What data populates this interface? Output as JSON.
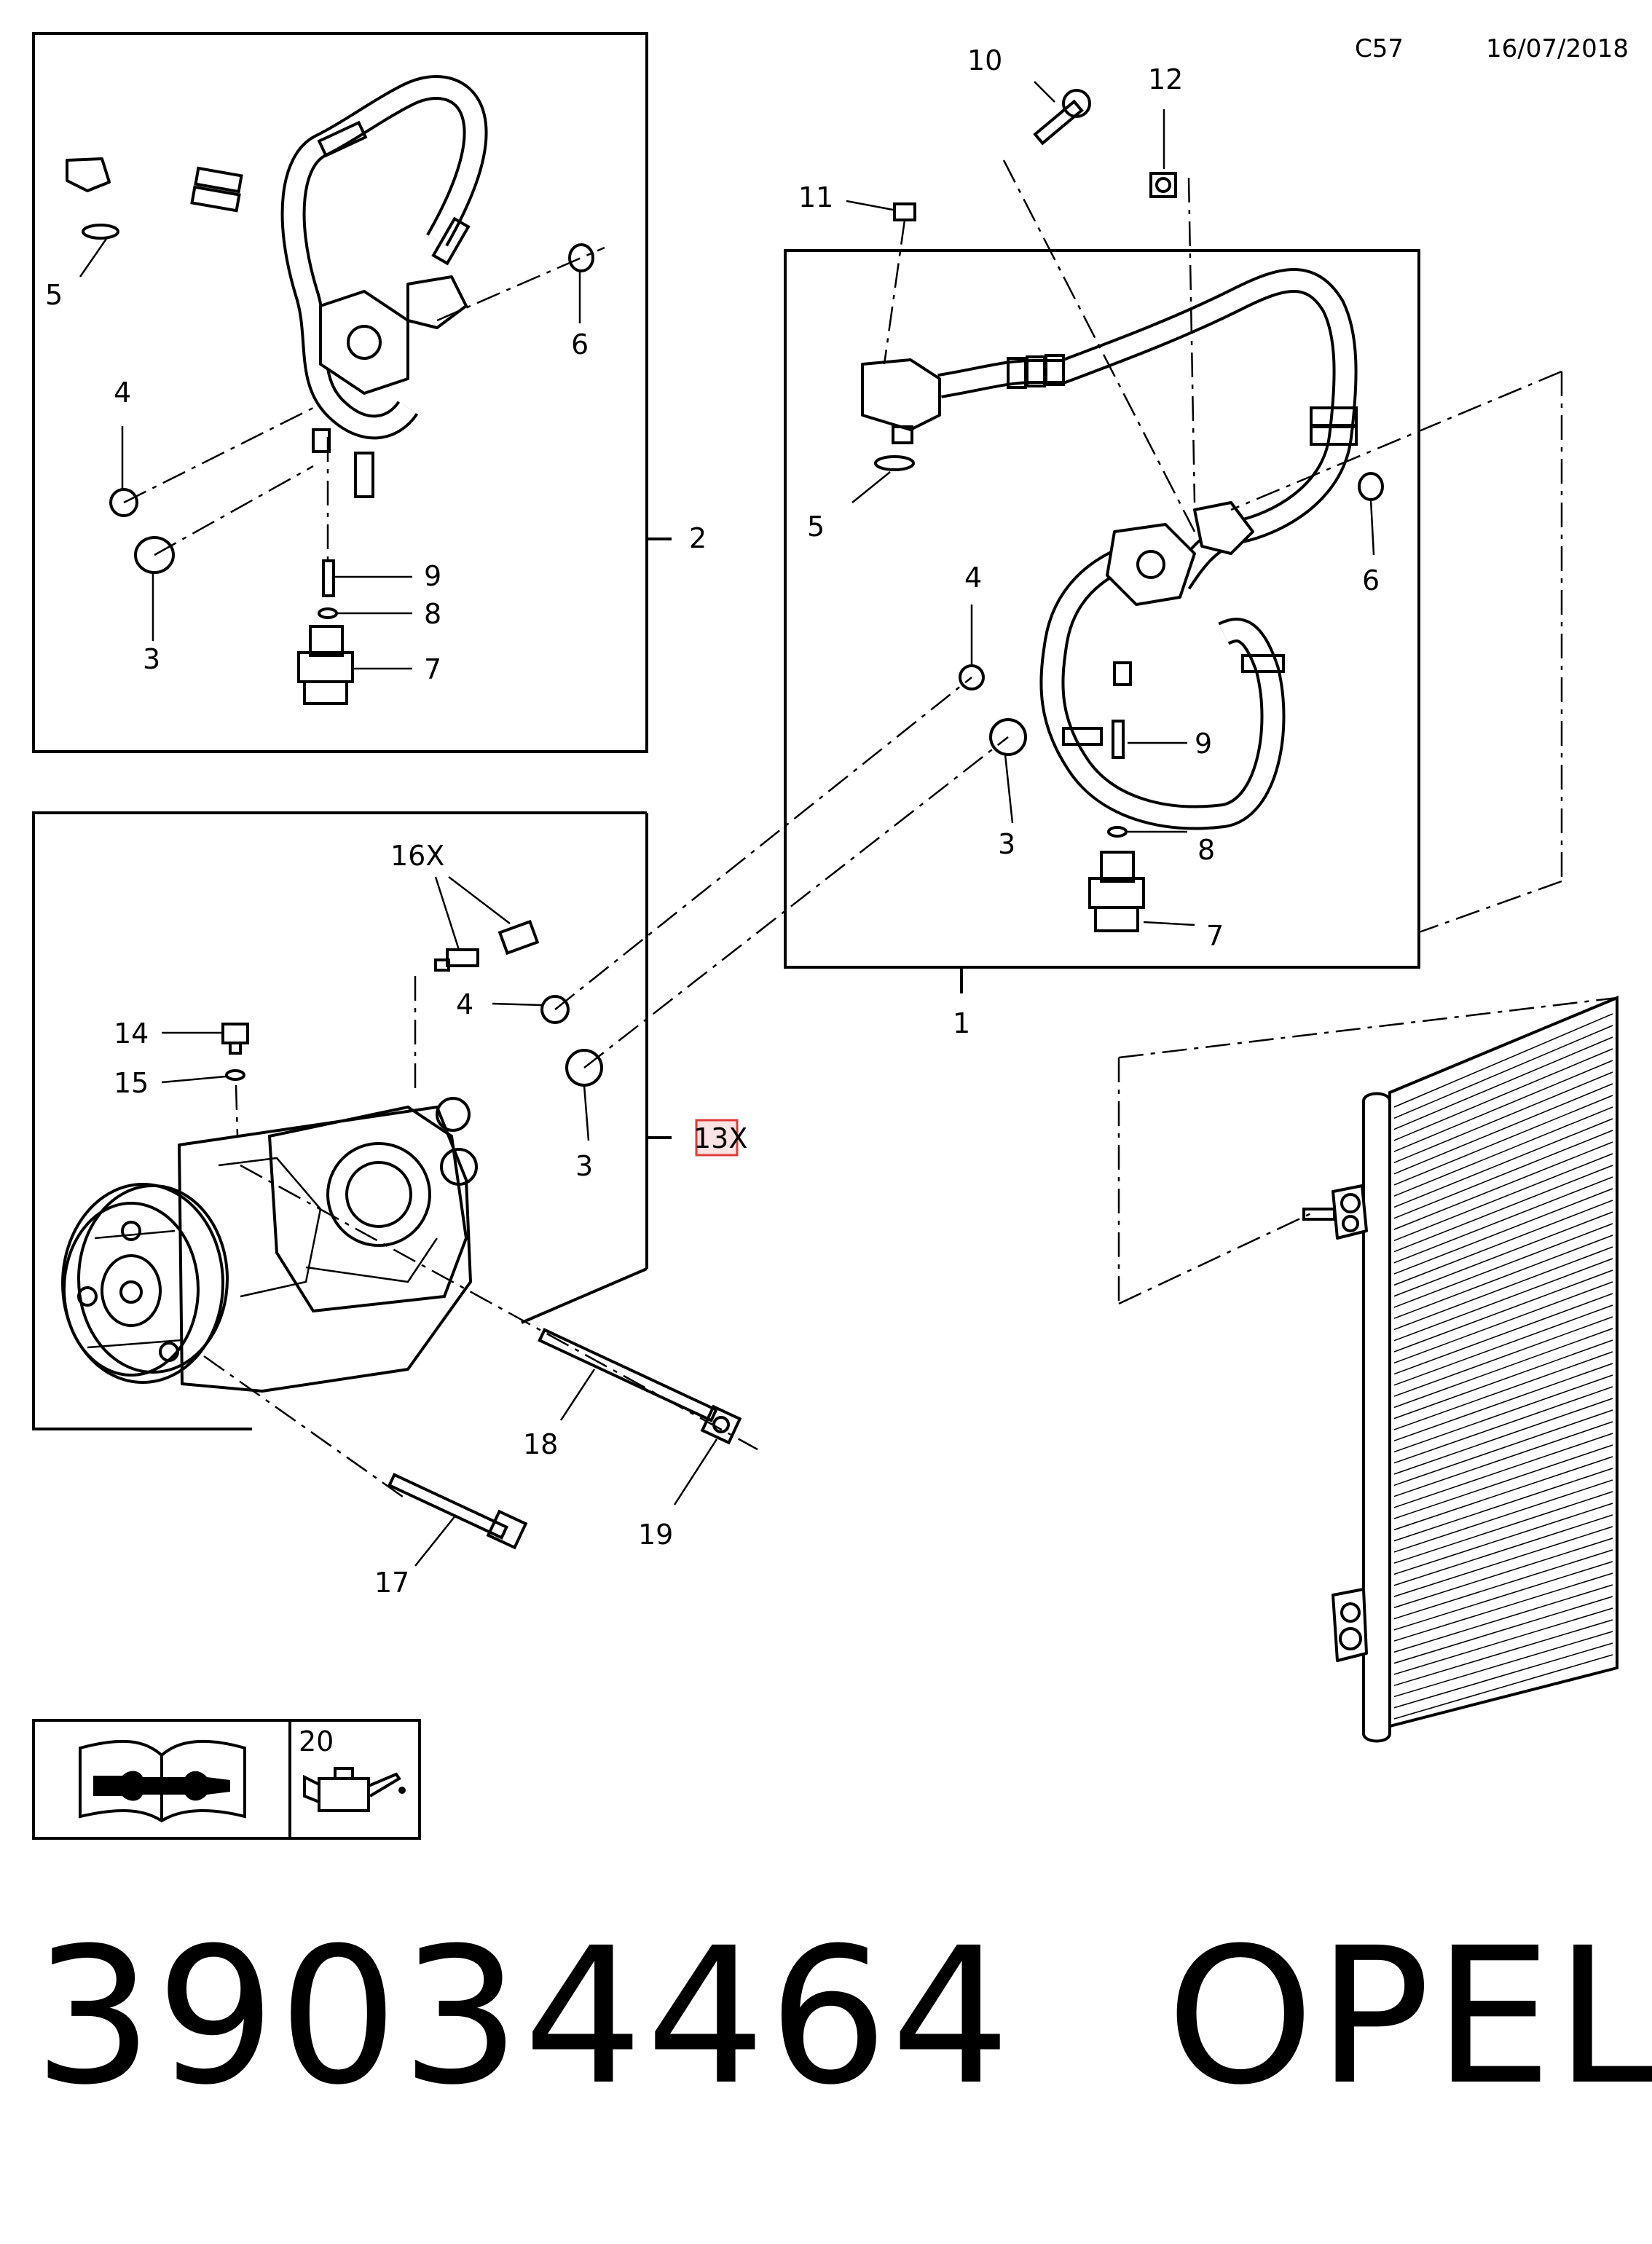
{
  "header": {
    "section_code": "C57",
    "date": "16/07/2018"
  },
  "callouts": {
    "upper_left": {
      "c5": "5",
      "c4": "4",
      "c3": "3",
      "c6": "6",
      "c9": "9",
      "c8": "8",
      "c7": "7",
      "c2": "2"
    },
    "right": {
      "c10": "10",
      "c11": "11",
      "c12": "12",
      "c5": "5",
      "c4": "4",
      "c6": "6",
      "c9": "9",
      "c3": "3",
      "c8": "8",
      "c7": "7",
      "c1": "1"
    },
    "compressor": {
      "c16x": "16X",
      "c4": "4",
      "c14": "14",
      "c15": "15",
      "c3": "3",
      "c13x": "13X",
      "c18": "18",
      "c19": "19",
      "c17": "17"
    },
    "service": {
      "c20": "20"
    }
  },
  "footer": {
    "part_number": "39034464",
    "brand": "OPEL"
  },
  "colors": {
    "ink": "#000000",
    "highlight": "#e03a3a",
    "highlight_fill": "#fbe3e3"
  },
  "icons": [
    "repair-manual-icon",
    "oil-can-icon"
  ]
}
